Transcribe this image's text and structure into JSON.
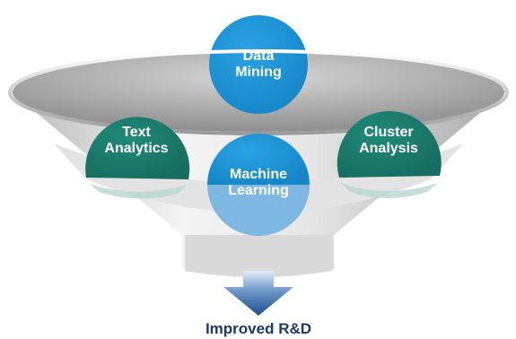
{
  "diagram": {
    "circles": {
      "data_mining": {
        "line1": "Data",
        "line2": "Mining"
      },
      "text_analytics": {
        "line1": "Text",
        "line2": "Analytics"
      },
      "machine_learning": {
        "line1": "Machine",
        "line2": "Learning"
      },
      "cluster_analysis": {
        "line1": "Cluster",
        "line2": "Analysis"
      }
    },
    "output_label": "Improved R&D"
  },
  "colors": {
    "blue_circle": "#1c95d6",
    "green_circle": "#1b7a6b",
    "arrow_dark": "#1f4e8c",
    "arrow_light": "#dfe9f4",
    "label_dark": "#1a3a6e"
  }
}
